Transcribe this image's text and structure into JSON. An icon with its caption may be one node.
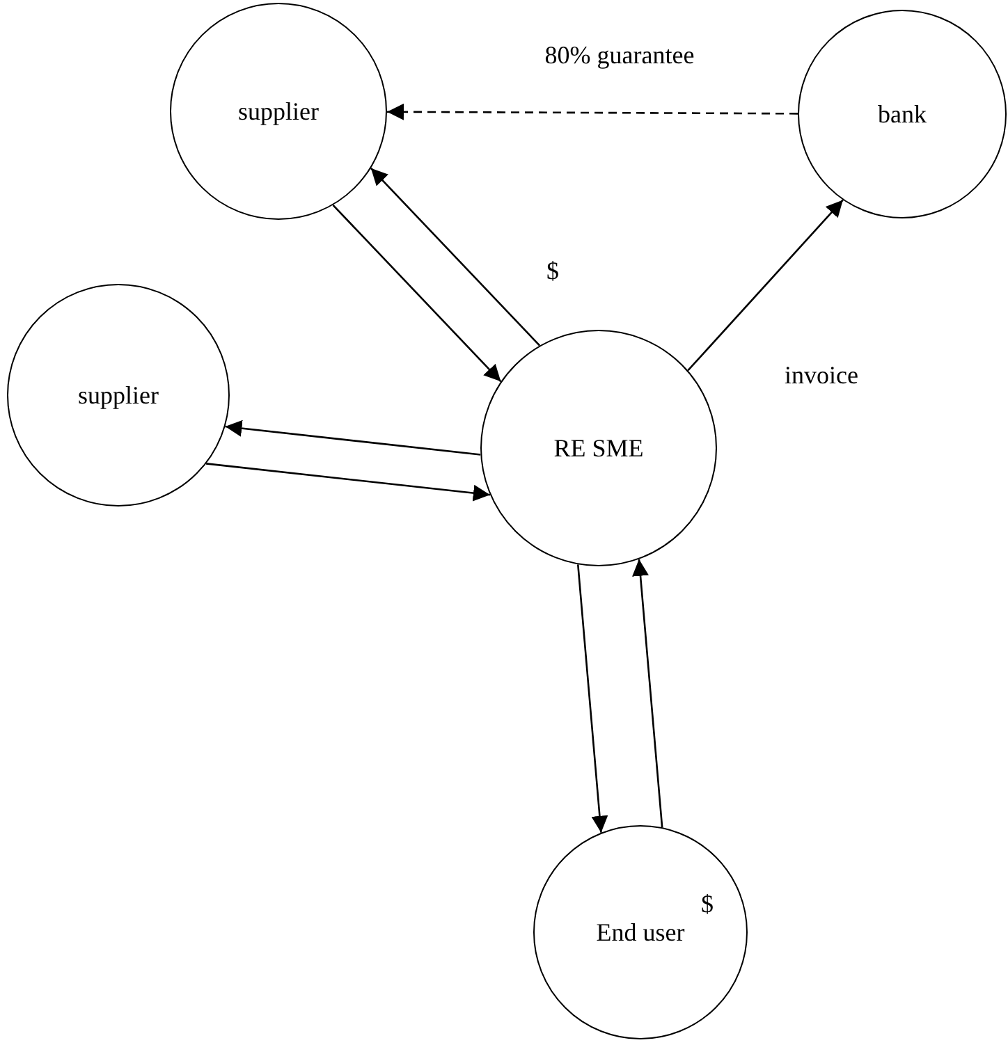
{
  "diagram": {
    "nodes": [
      {
        "text": [
          "supplier"
        ]
      },
      {
        "text": [
          "bank"
        ]
      },
      {
        "text": [
          "supplier"
        ]
      },
      {
        "text": [
          "RE SME"
        ]
      },
      {
        "text": [
          "End user"
        ]
      }
    ],
    "edges": [
      {
        "from": 1,
        "to": 0,
        "arrow": "to",
        "style": "dashed",
        "label": "80% guarantee"
      },
      {
        "from": 0,
        "to": 3,
        "arrow": "to"
      },
      {
        "from": 3,
        "to": 0,
        "arrow": "to",
        "label": "$"
      },
      {
        "from": 3,
        "to": 1,
        "arrow": "to",
        "label": "invoice"
      },
      {
        "from": 3,
        "to": 2,
        "arrow": "to"
      },
      {
        "from": 2,
        "to": 3,
        "arrow": "to"
      },
      {
        "from": 3,
        "to": 4,
        "arrow": "to"
      },
      {
        "from": 4,
        "to": 3,
        "arrow": "to",
        "label": "$"
      }
    ]
  }
}
